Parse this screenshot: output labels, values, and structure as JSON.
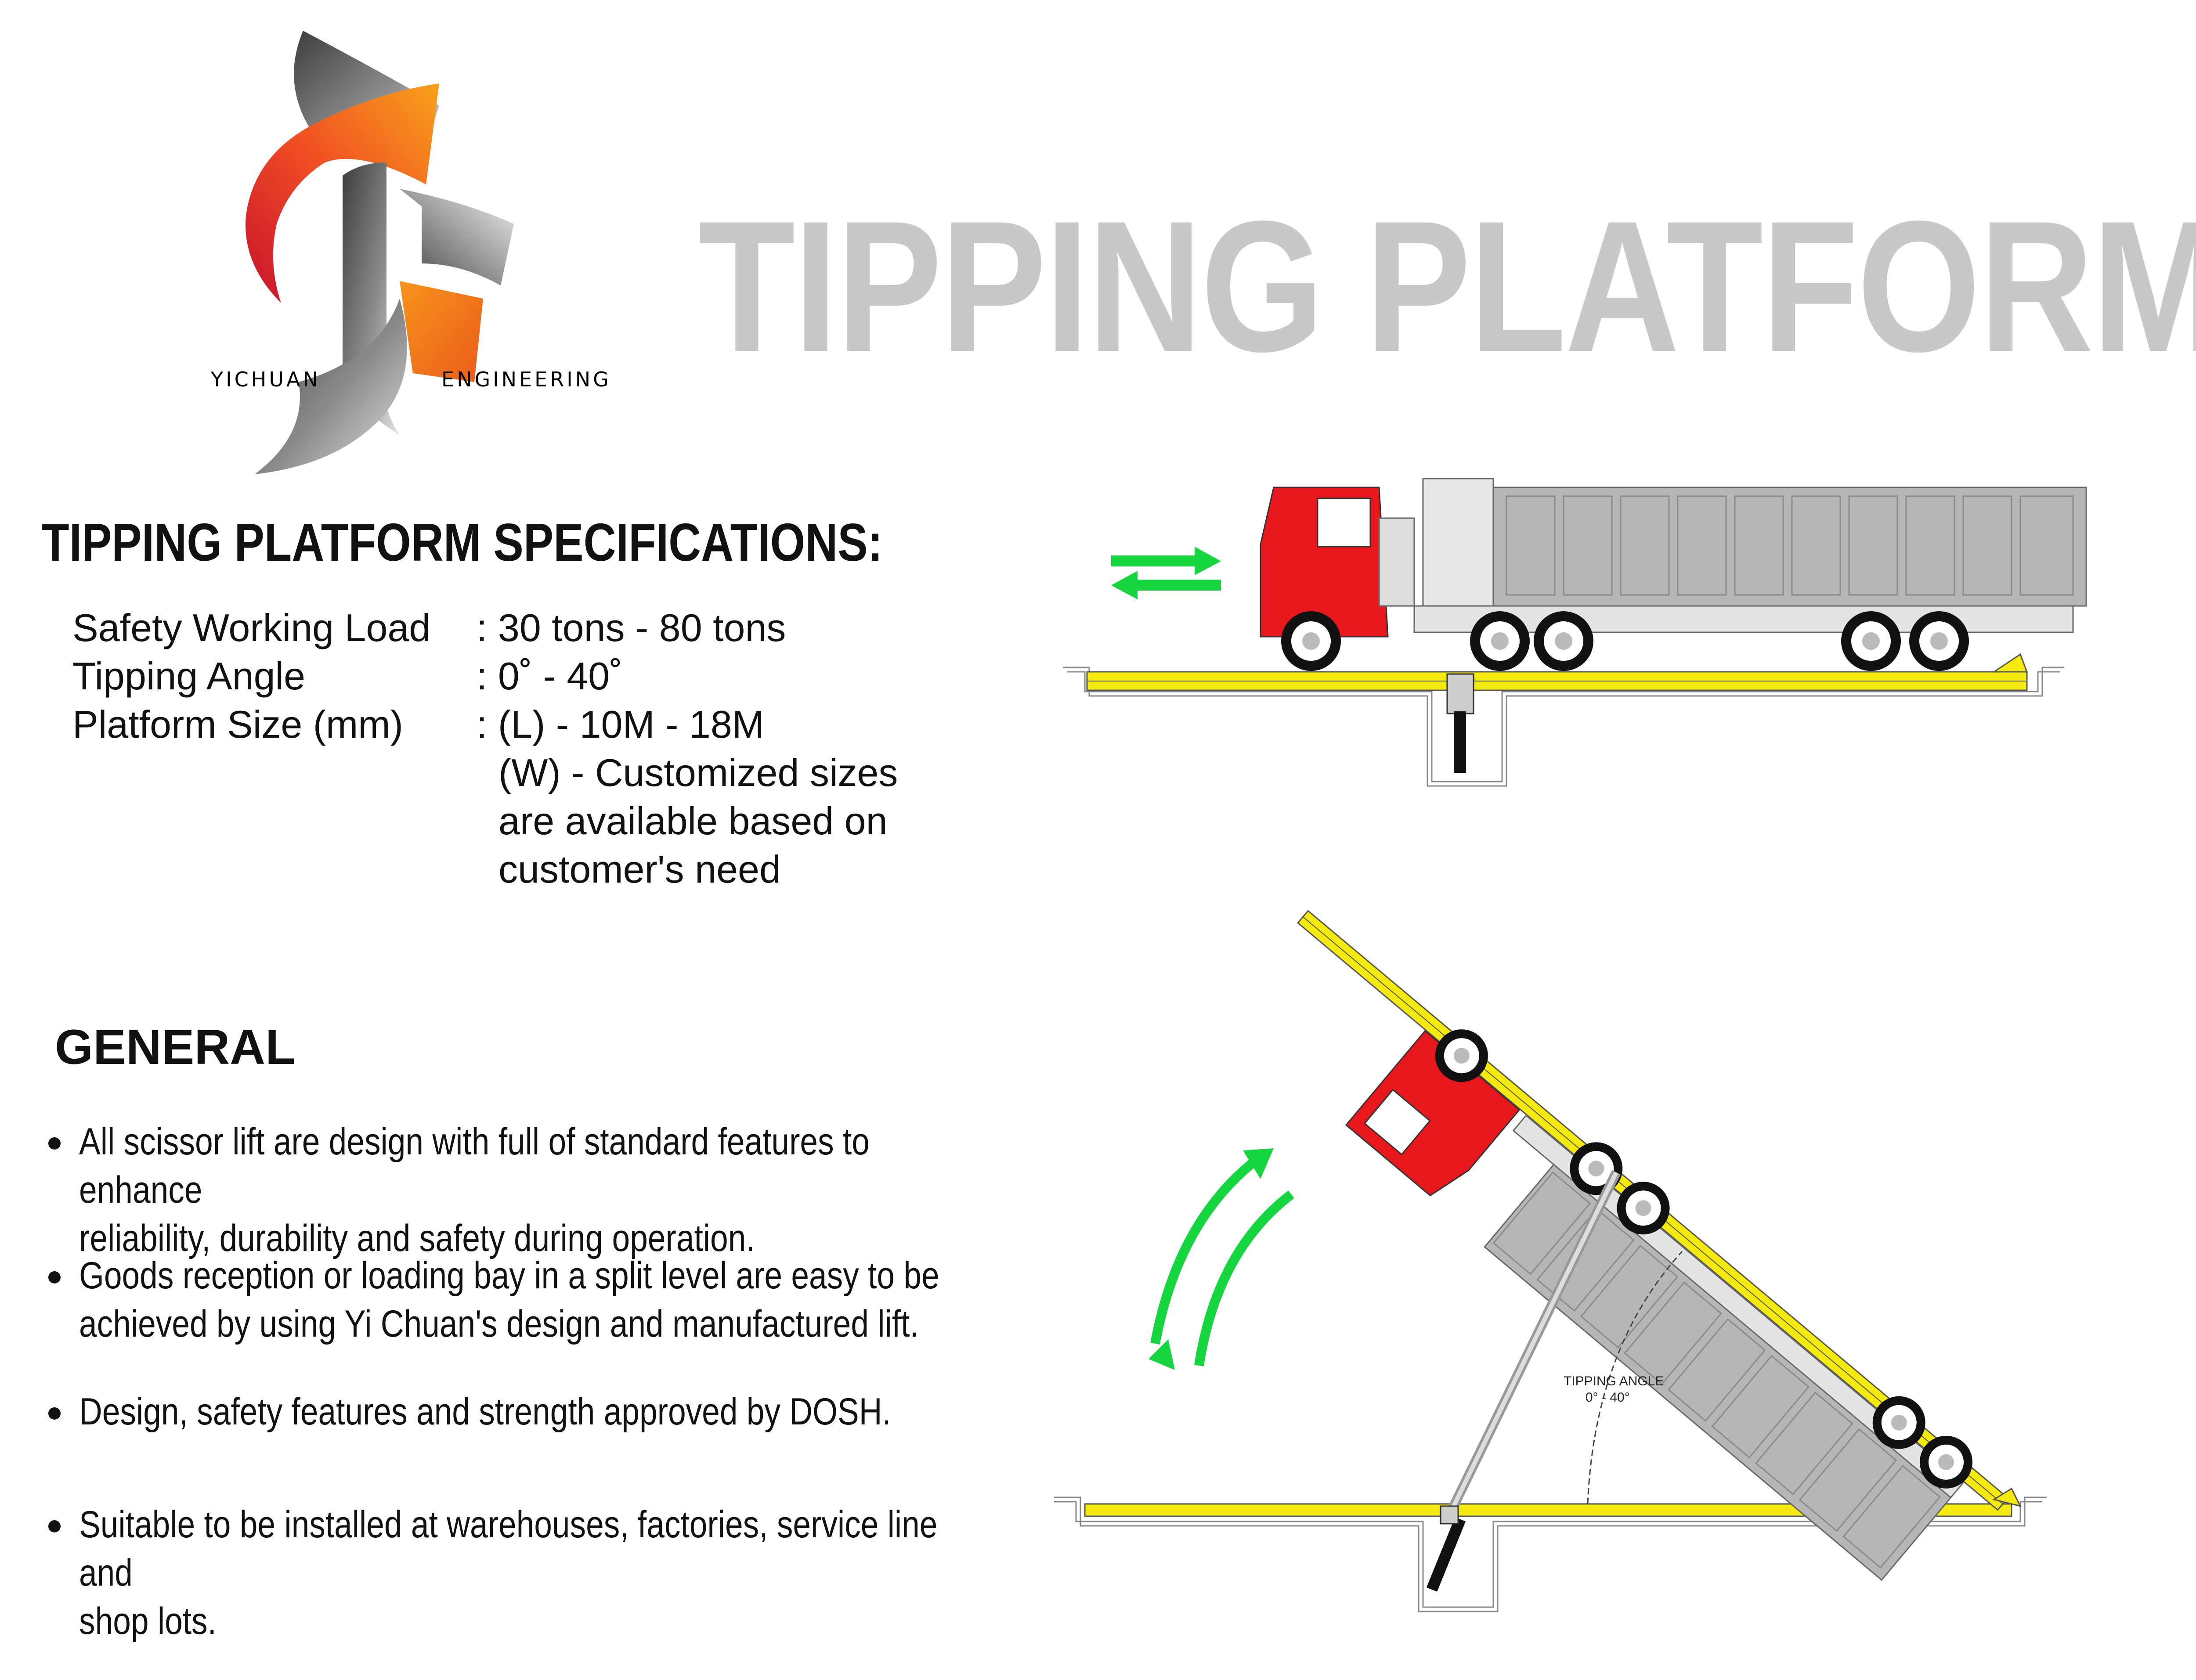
{
  "company": {
    "name_left": "YICHUAN",
    "name_right": "ENGINEERING"
  },
  "title": "TIPPING PLATFORM",
  "specifications": {
    "heading": "TIPPING PLATFORM SPECIFICATIONS:",
    "rows": [
      {
        "label": "Safety Working Load",
        "value": ": 30 tons - 80 tons"
      },
      {
        "label": "Tipping Angle",
        "value": ": 0˚ - 40˚"
      },
      {
        "label": "Platform Size (mm)",
        "value": ": (L) - 10M - 18M"
      }
    ],
    "value_continuation": [
      "(W) - Customized sizes",
      "are available based on",
      "customer's need"
    ]
  },
  "general": {
    "heading": "GENERAL",
    "bullets": [
      {
        "line1": "All scissor lift are design with full of standard features to enhance",
        "line2": "reliability, durability and safety during operation."
      },
      {
        "line1": "Goods reception or loading bay in a split level are easy to be",
        "line2": "achieved by using Yi Chuan's design and manufactured lift."
      },
      {
        "line1": "Design, safety features and strength approved by DOSH.",
        "line2": ""
      },
      {
        "line1": "Suitable to be installed at warehouses, factories, service line and",
        "line2": "shop lots."
      }
    ]
  },
  "drawing": {
    "angle_label": "TIPPING ANGLE",
    "angle_range": "0° - 40°",
    "colors": {
      "platform": "#f5ea10",
      "cab": "#e8171b",
      "arrow": "#15d63f",
      "logo_orange": "#f07a24",
      "title_gray": "#c8c8c8"
    }
  }
}
